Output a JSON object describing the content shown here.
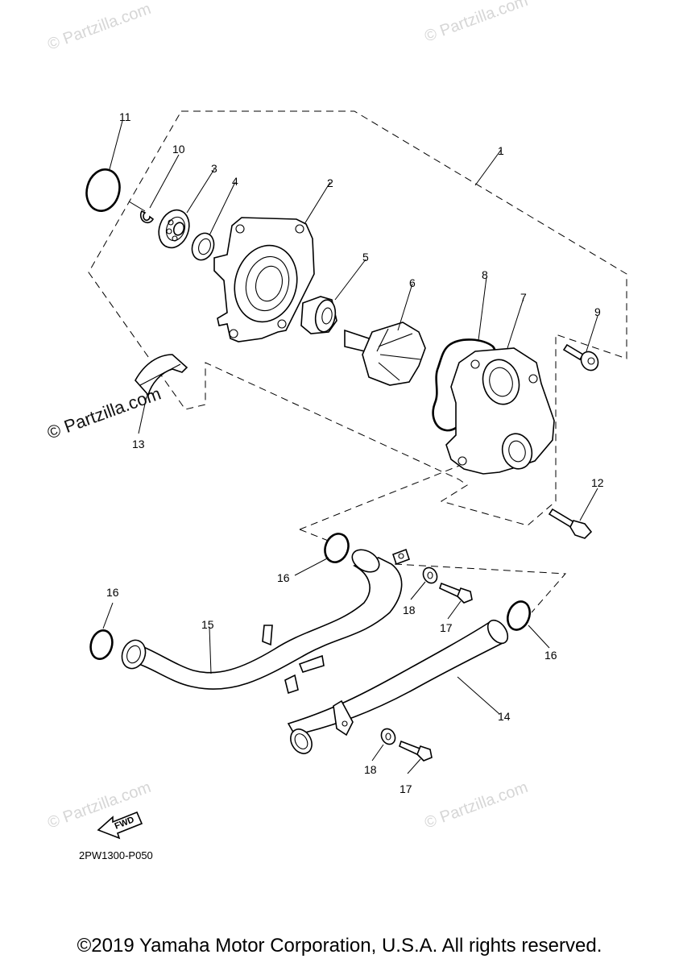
{
  "diagram": {
    "drawing_number": "2PW1300-P050",
    "fwd_label": "FWD",
    "copyright": "©2019 Yamaha Motor Corporation, U.S.A. All rights reserved.",
    "watermarks": [
      "© Partzilla.com",
      "© Partzilla.com",
      "© Partzilla.com",
      "© Partzilla.com",
      "© Partzilla.com"
    ],
    "callouts": [
      "1",
      "2",
      "3",
      "4",
      "5",
      "6",
      "7",
      "8",
      "9",
      "10",
      "11",
      "12",
      "13",
      "14",
      "15",
      "16",
      "16",
      "16",
      "17",
      "17",
      "18",
      "18"
    ]
  }
}
